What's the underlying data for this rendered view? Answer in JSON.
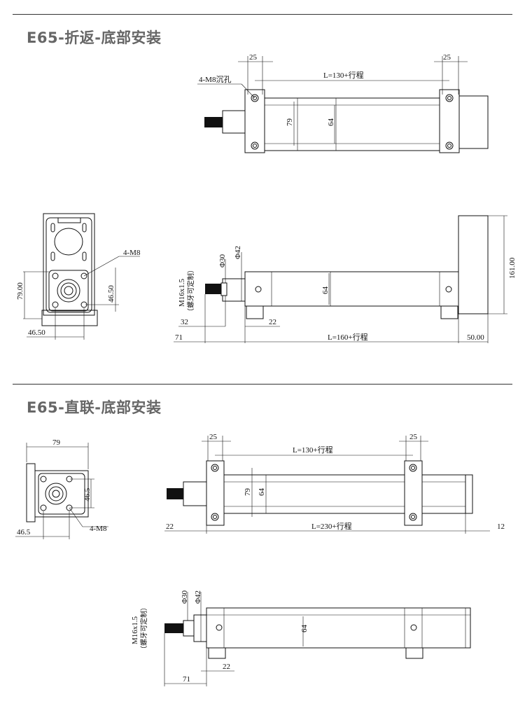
{
  "sections": [
    {
      "title": "E65-折返-底部安装",
      "top_view": {
        "dim_left": "25",
        "dim_right": "25",
        "dim_length": "L=130+行程",
        "hole_label": "4-M8沉孔",
        "dim_79": "79",
        "dim_64": "64"
      },
      "end_view": {
        "hole_label": "4-M8",
        "dim_height": "79.00",
        "dim_hole_v": "46.50",
        "dim_hole_h": "46.50"
      },
      "side_view": {
        "dia30": "Φ30",
        "dia42": "Φ42",
        "thread": "M16x1.5",
        "thread_note": "（螺牙可定制）",
        "dim_64": "64",
        "dim_32": "32",
        "dim_22": "22",
        "dim_71": "71",
        "dim_length": "L=160+行程",
        "dim_50": "50.00",
        "dim_161": "161.00"
      }
    },
    {
      "title": "E65-直联-底部安装",
      "end_view": {
        "dim_79": "79",
        "dim_hole_v": "46.5",
        "dim_hole_h": "46.5",
        "hole_label": "4-M8"
      },
      "top_view": {
        "dim_left": "25",
        "dim_right": "25",
        "dim_length_top": "L=130+行程",
        "dim_79": "79",
        "dim_64": "64",
        "dim_22": "22",
        "dim_length": "L=230+行程",
        "dim_12": "12"
      },
      "side_view": {
        "dia30": "Φ30",
        "dia42": "Φ42",
        "thread": "M16x1.5",
        "thread_note": "（螺牙可定制）",
        "dim_64": "64",
        "dim_22": "22",
        "dim_71": "71"
      }
    }
  ]
}
